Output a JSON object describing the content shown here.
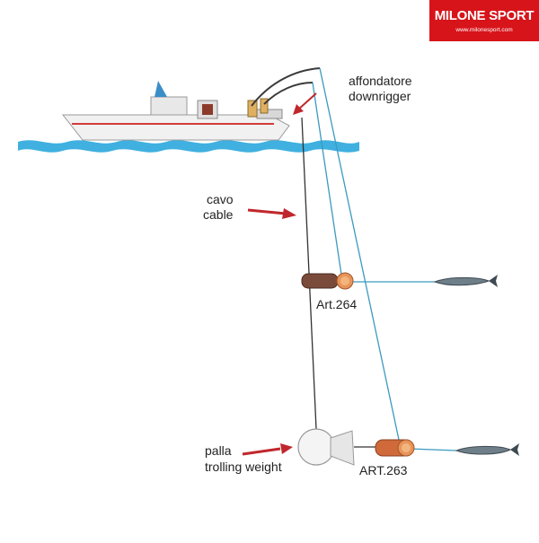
{
  "brand": {
    "name": "MILONE SPORT",
    "url": "www.milonesport.com",
    "color": "#d7141a"
  },
  "labels": {
    "downrigger_it": "affondatore",
    "downrigger_en": "downrigger",
    "cable_it": "cavo",
    "cable_en": "cable",
    "release_upper": "Art.264",
    "weight_it": "palla",
    "weight_en": "trolling weight",
    "release_lower": "ART.263"
  },
  "colors": {
    "water": "#3fb0e0",
    "line": "#3a9ac0",
    "cable": "#333333",
    "arrow": "#c0272d",
    "hull_stripe": "#d13b3b"
  },
  "icons": [
    "boat-icon",
    "fish-icon",
    "downrigger-ball-icon",
    "release-clip-icon",
    "arrow-icon"
  ]
}
